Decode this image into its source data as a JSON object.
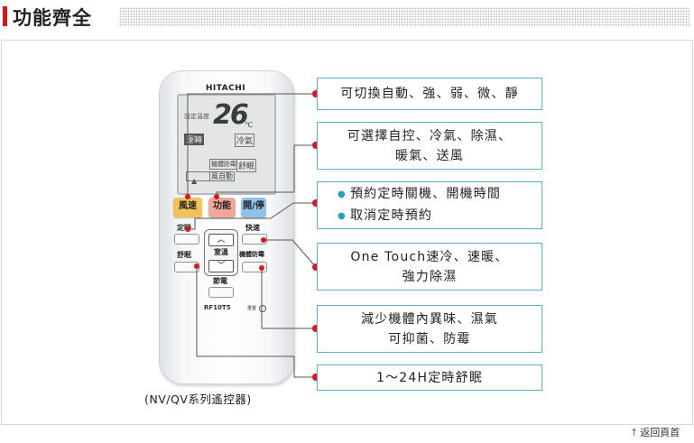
{
  "header": {
    "title": "功能齊全"
  },
  "remote": {
    "brand": "HITACHI",
    "lcd": {
      "label_setting": "設定溫度",
      "temperature": "26",
      "unit": "℃",
      "mode_run": "運轉",
      "mode_cool": "冷氣",
      "label_off": "機體防霉",
      "label_sleep": "舒眠",
      "fan": "風自動",
      "timer": "▲"
    },
    "keys": {
      "fan_speed": "風速",
      "function": "功能",
      "power": "開/停",
      "timer": "定時",
      "quick": "快速",
      "sleep": "舒眠",
      "room_temp": "室溫",
      "anti_mold": "機體防霉",
      "power_save": "節電",
      "up": "︿",
      "down": "﹀"
    },
    "model": "RF10T5",
    "mini_label": "重置"
  },
  "caption": "(NV/QV系列遙控器)",
  "callouts": [
    {
      "lines": [
        "可切換自動、強、弱、微、靜"
      ]
    },
    {
      "lines": [
        "可選擇自控、冷氣、除濕、",
        "暖氣、送風"
      ]
    },
    {
      "lines": [
        "預約定時關機、開機時間",
        "取消定時預約"
      ]
    },
    {
      "lines": [
        "One Touch速冷、速暖、",
        "強力除濕"
      ]
    },
    {
      "lines": [
        "減少機體內異味、濕氣",
        "可抑菌、防霉"
      ]
    },
    {
      "lines": [
        "1～24H定時舒眠"
      ]
    }
  ],
  "back_link": {
    "arrow": "↑",
    "label": "返回頁首"
  },
  "colors": {
    "accent": "#d01a1a",
    "callout_border": "#5bb0c1",
    "bullet": "#2aa0b8"
  }
}
